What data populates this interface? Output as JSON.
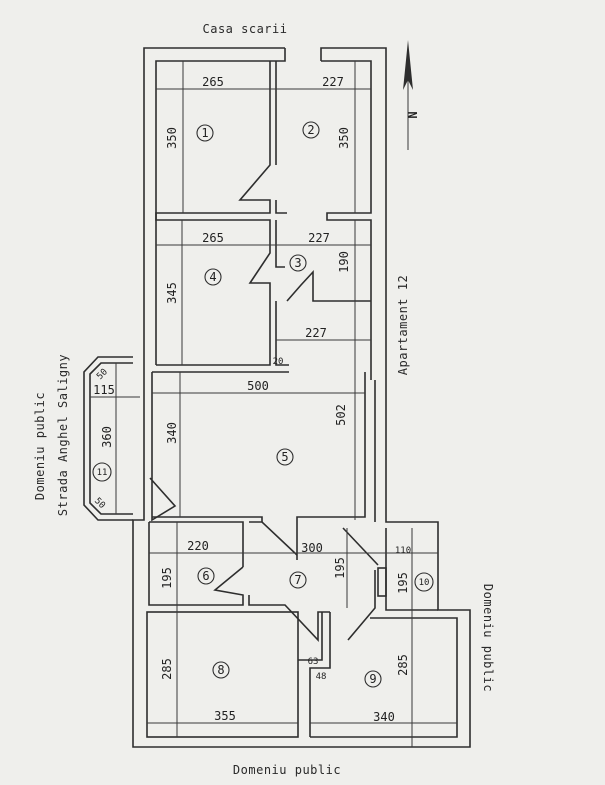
{
  "labels": {
    "top": "Casa scarii",
    "bottom": "Domeniu public",
    "left_1": "Domeniu public",
    "left_2": "Strada Anghel Saligny",
    "right_upper": "Apartament 12",
    "right_lower": "Domeniu public",
    "north": "N"
  },
  "rooms": [
    "1",
    "2",
    "3",
    "4",
    "5",
    "6",
    "7",
    "8",
    "9",
    "10",
    "11"
  ],
  "dimensions": {
    "r1_w": "265",
    "r1_h": "350",
    "r2_w": "227",
    "r2_h": "350",
    "r4_w": "265",
    "r4_h": "345",
    "r3_w": "227",
    "r3_h": "190",
    "hall_w": "227",
    "wall_20": "20",
    "r5_w": "500",
    "r5_h": "502",
    "r5_h2": "340",
    "r11_w": "115",
    "r11_h": "360",
    "r11_c1": "50",
    "r11_c2": "50",
    "r6_w": "220",
    "r6_h": "195",
    "r7_w": "300",
    "r7_h": "195",
    "r10_w": "110",
    "r10_h": "195",
    "r8_h": "285",
    "r8_w": "355",
    "r9_h": "285",
    "r9_w": "340",
    "d63": "63",
    "d48": "48"
  }
}
